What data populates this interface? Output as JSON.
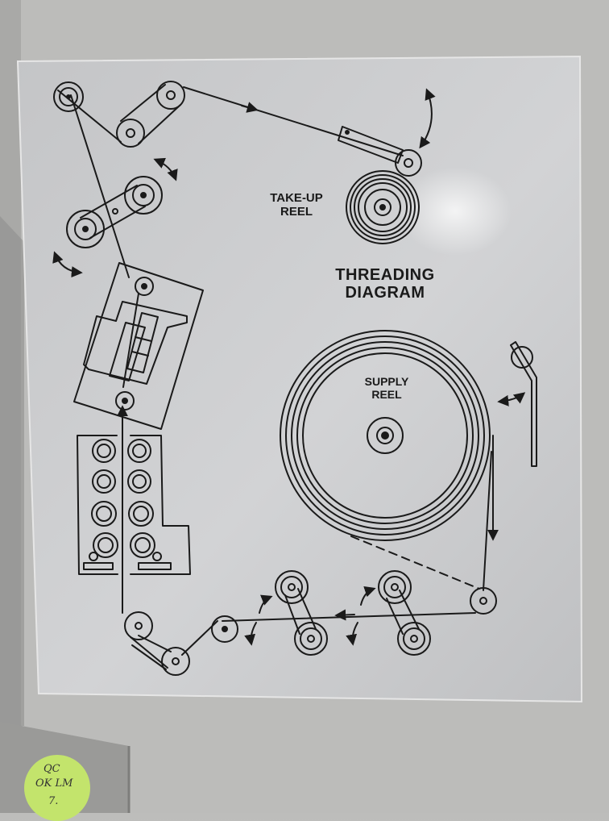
{
  "plate": {
    "title_line1": "THREADING",
    "title_line2": "DIAGRAM",
    "takeup_line1": "TAKE-UP",
    "takeup_line2": "REEL",
    "supply_line1": "SUPPLY",
    "supply_line2": "REEL"
  },
  "sticker": {
    "line1": "QC",
    "line2": "OK LM",
    "line3": "7."
  },
  "colors": {
    "wall": "#bdbdbb",
    "plate": "#c8c9cb",
    "ink": "#1a1a1a",
    "sticker": "#c3e46c"
  }
}
